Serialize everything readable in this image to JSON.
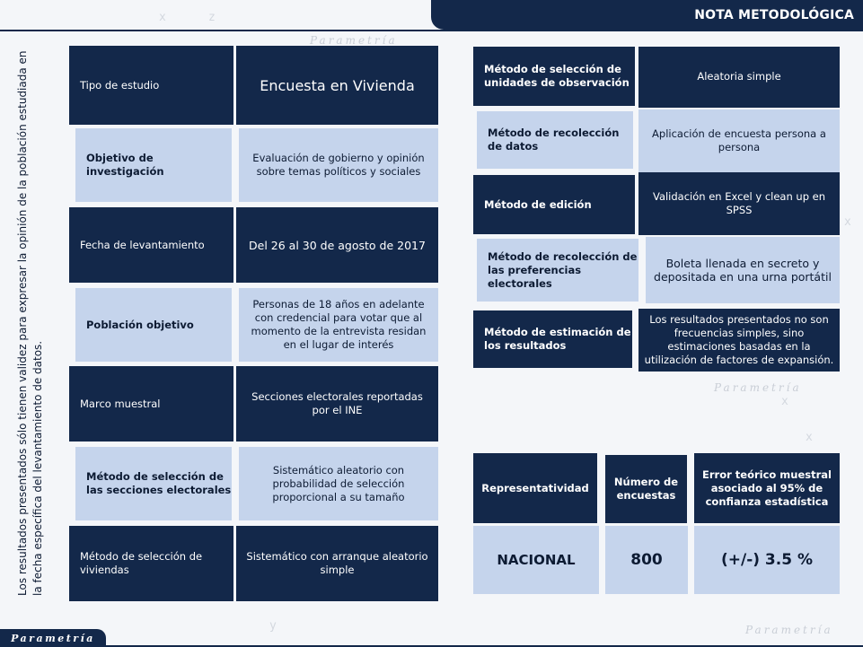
{
  "header": {
    "title": "NOTA METODOLÓGICA"
  },
  "watermark": "Parametría",
  "side_note": "Los resultados presentados sólo tienen validez para expresar la opinión de la población estudiada en la fecha específica del levantamiento de datos.",
  "left_rows": [
    {
      "label": "Tipo de estudio",
      "value": "Encuesta en Vivienda"
    },
    {
      "label": "Objetivo de investigación",
      "value": "Evaluación de gobierno y opinión sobre temas políticos y sociales"
    },
    {
      "label": "Fecha de levantamiento",
      "value": "Del 26 al 30 de agosto de 2017"
    },
    {
      "label": "Población objetivo",
      "value": "Personas de 18 años en adelante con credencial para votar que al momento de la entrevista residan en el lugar de interés"
    },
    {
      "label": "Marco muestral",
      "value": "Secciones electorales reportadas por el INE"
    },
    {
      "label": "Método de selección de las secciones electorales",
      "value": "Sistemático aleatorio con probabilidad de selección proporcional a su tamaño"
    },
    {
      "label": "Método de selección de viviendas",
      "value": "Sistemático con arranque aleatorio simple"
    }
  ],
  "right_rows": [
    {
      "label": "Método de selección de unidades de observación",
      "value": "Aleatoria simple"
    },
    {
      "label": "Método de recolección de datos",
      "value": "Aplicación de encuesta persona a persona"
    },
    {
      "label": "Método de edición",
      "value": "Validación en Excel y clean up en SPSS"
    },
    {
      "label": "Método de recolección de las preferencias electorales",
      "value": "Boleta llenada en secreto y depositada en una urna portátil"
    },
    {
      "label": "Método de estimación de los resultados",
      "value": "Los resultados presentados no son frecuencias simples, sino estimaciones basadas en la utilización de factores de expansión."
    }
  ],
  "summary": {
    "headers": [
      "Representatividad",
      "Número de encuestas",
      "Error teórico muestral asociado al 95% de confianza estadística"
    ],
    "values": [
      "NACIONAL",
      "800",
      "(+/-) 3.5 %"
    ]
  },
  "footer": {
    "logo": "Parametría"
  }
}
